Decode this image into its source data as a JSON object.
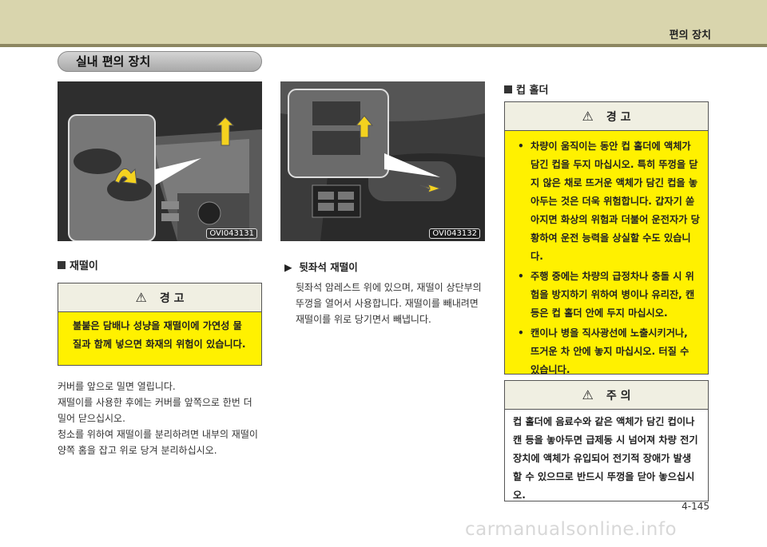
{
  "header": {
    "section_title": "편의 장치"
  },
  "page_pill": "실내 편의 장치",
  "photos": {
    "left_code": "OVI043131",
    "middle_code": "OVI043132"
  },
  "ashtray": {
    "heading": "재떨이",
    "warning_title": "경   고",
    "warning_text": "불붙은 담배나 성냥을 재떨이에 가연성 물질과 함께 넣으면 화재의 위험이 있습니다.",
    "paragraphs": [
      "커버를 앞으로 밀면 열립니다.",
      "재떨이를 사용한 후에는 커버를 앞쪽으로 한번 더 밀어  닫으십시오.",
      "청소를 위하여 재떨이를 분리하려면 내부의 재떨이 양쪽 홈을 잡고 위로 당겨 분리하십시오."
    ]
  },
  "rear_ashtray": {
    "heading": "뒷좌석 재떨이",
    "text": "뒷좌석 암레스트 위에 있으며, 재떨이 상단부의 뚜껑을 열어서 사용합니다. 재떨이를 빼내려면 재떨이를 위로 당기면서 빼냅니다."
  },
  "cup_holder": {
    "heading": "컵 홀더",
    "warning_title": "경   고",
    "warnings": [
      "차량이 움직이는 동안 컵 홀더에 액체가 담긴 컵을 두지 마십시오. 특히 뚜껑을 닫지 않은 채로 뜨거운 액체가 담긴 컵을 놓아두는 것은 더욱 위험합니다. 갑자기 쏟아지면 화상의 위험과 더불어 운전자가 당황하여 운전 능력을 상실할 수도 있습니다.",
      "주행 중에는 차량의 급정차나 충돌 시 위험을 방지하기 위하여 병이나 유리잔, 캔 등은 컵 홀더 안에 두지 마십시오.",
      "캔이나 병을 직사광선에 노출시키거나, 뜨거운 차 안에 놓지 마십시오. 터질 수 있습니다."
    ],
    "caution_title": "주   의",
    "caution_text": "컵 홀더에 음료수와 같은 액체가 담긴 컵이나 캔 등을 놓아두면 급제동 시 넘어져 차량 전기 장치에 액체가 유입되어 전기적 장애가 발생할 수 있으므로 반드시 뚜껑을 닫아 놓으십시오."
  },
  "page_number": "4-145",
  "watermark": "carmanualsonline.info"
}
